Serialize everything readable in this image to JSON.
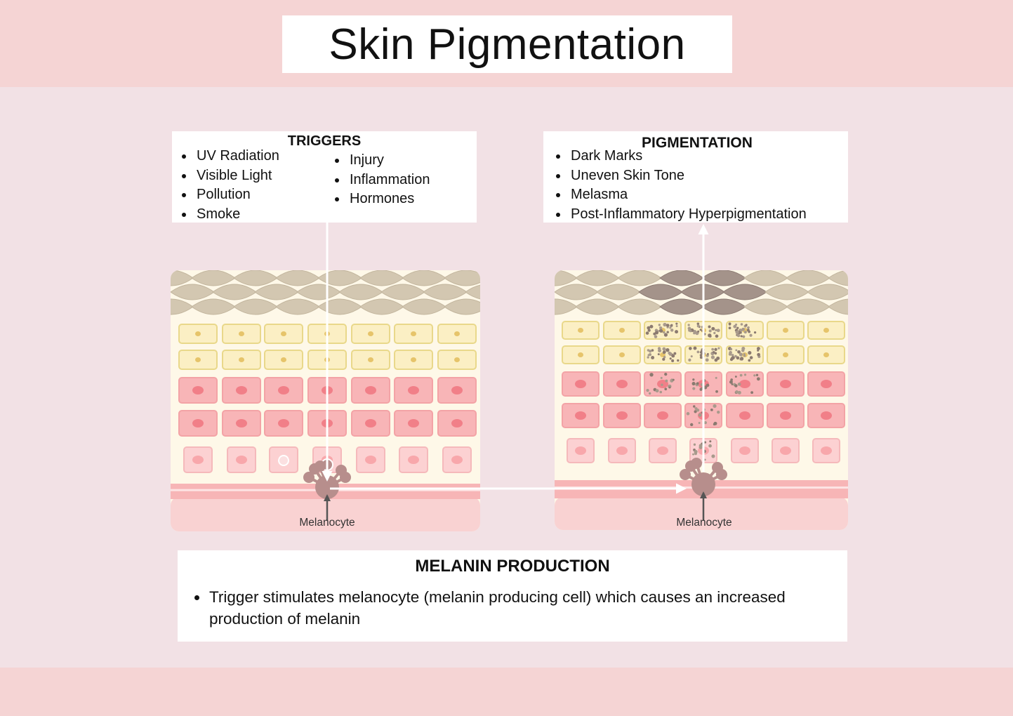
{
  "title": "Skin Pigmentation",
  "triggers": {
    "heading": "TRIGGERS",
    "col1": [
      "UV Radiation",
      "Visible Light",
      "Pollution",
      "Smoke"
    ],
    "col2": [
      "Injury",
      "Inflammation",
      "Hormones"
    ]
  },
  "pigmentation": {
    "heading": "PIGMENTATION",
    "items": [
      "Dark Marks",
      "Uneven Skin Tone",
      "Melasma",
      "Post-Inflammatory Hyperpigmentation"
    ]
  },
  "melanin": {
    "heading": "MELANIN PRODUCTION",
    "text": "Trigger stimulates melanocyte (melanin producing cell) which causes an increased production of melanin"
  },
  "diagram": {
    "left_label": "Melanocyte",
    "right_label": "Melanocyte"
  },
  "colors": {
    "band": "#f5d4d4",
    "background": "#f2e1e5",
    "stratum_corneum": "#d3c7b1",
    "stratum_corneum_dark": "#a4938a",
    "yellow_cell": "#fbefc4",
    "pink_cell": "#f8b5b7",
    "basal_cell": "#fcd1d2",
    "melanocyte": "#b78e8c",
    "dermis": "#f9d2d2"
  }
}
